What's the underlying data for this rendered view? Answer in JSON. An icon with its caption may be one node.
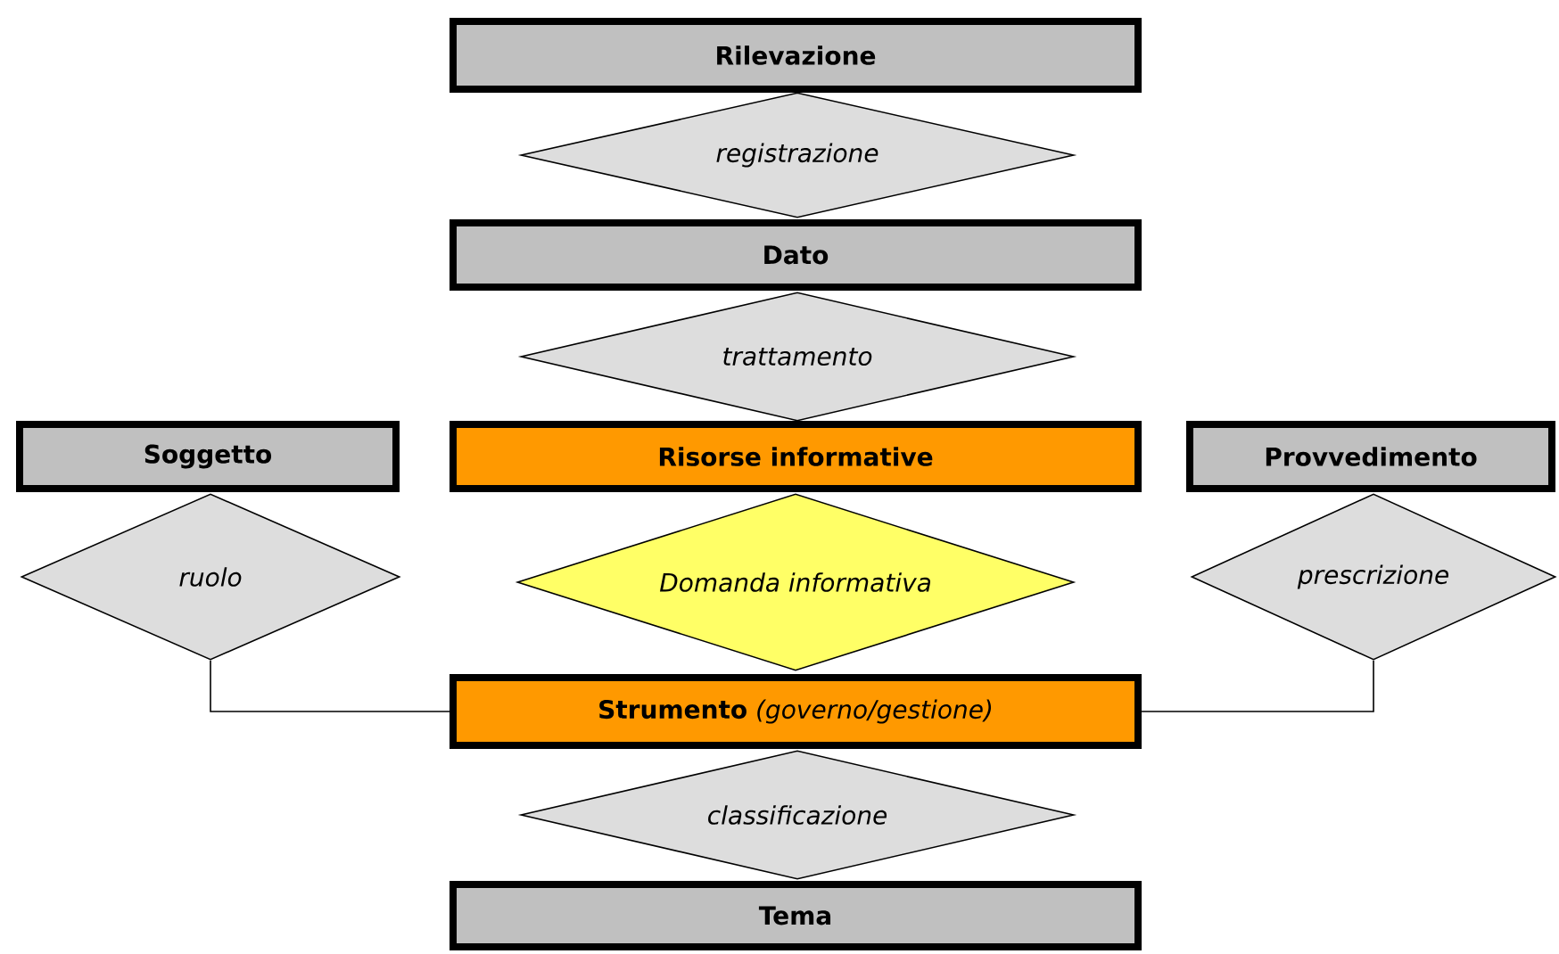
{
  "diagram": {
    "nodes": [
      {
        "text": [
          "Rilevazione"
        ]
      },
      {
        "text": [
          "registrazione"
        ]
      },
      {
        "text": [
          "Dato"
        ]
      },
      {
        "text": [
          "trattamento"
        ]
      },
      {
        "text": [
          "Soggetto"
        ]
      },
      {
        "text": [
          "Risorse informative"
        ]
      },
      {
        "text": [
          "Provvedimento"
        ]
      },
      {
        "text": [
          "ruolo"
        ]
      },
      {
        "text": [
          "Domanda informativa"
        ]
      },
      {
        "text": [
          "prescrizione"
        ]
      },
      {
        "text": [
          "**Strumento** *(governo/gestione)*"
        ]
      },
      {
        "text": [
          "classificazione"
        ]
      },
      {
        "text": [
          "Tema"
        ]
      }
    ],
    "edges": [
      {
        "from": 7,
        "to": 10,
        "arrow": "none"
      },
      {
        "from": 9,
        "to": 10,
        "arrow": "none"
      }
    ]
  }
}
